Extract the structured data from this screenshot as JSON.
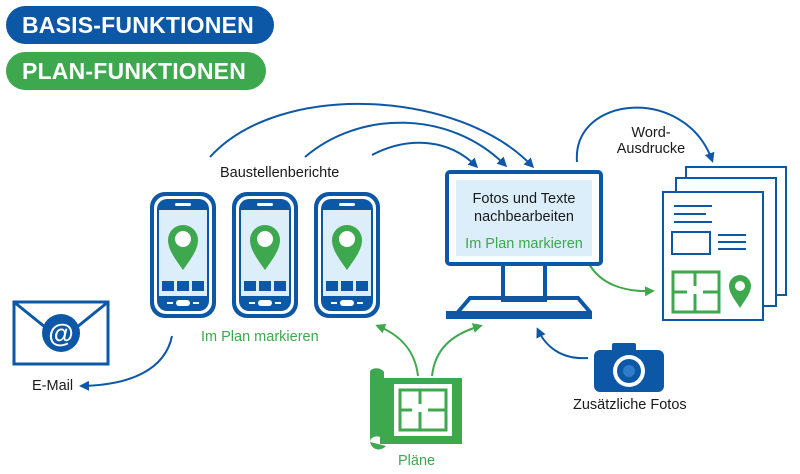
{
  "legend": {
    "basis": "BASIS-FUNKTIONEN",
    "plan": "PLAN-FUNKTIONEN"
  },
  "labels": {
    "baustellenberichte": "Baustellenberichte",
    "word_line1": "Word-",
    "word_line2": "Ausdrucke",
    "monitor_line1": "Fotos und Texte",
    "monitor_line2": "nachbearbeiten",
    "monitor_plan": "Im Plan markieren",
    "phones_plan": "Im Plan markieren",
    "email": "E-Mail",
    "fotos": "Zusätzliche Fotos",
    "plaene": "Pläne"
  },
  "colors": {
    "blue": "#0d58a6",
    "green": "#3ea84e",
    "screen_bg": "#dbeefa",
    "navy": "#123a63"
  },
  "icons": [
    "smartphone-icon",
    "map-pin-icon",
    "monitor-icon",
    "document-stack-icon",
    "envelope-icon",
    "at-sign-icon",
    "camera-icon",
    "blueprint-icon",
    "floorplan-icon"
  ]
}
